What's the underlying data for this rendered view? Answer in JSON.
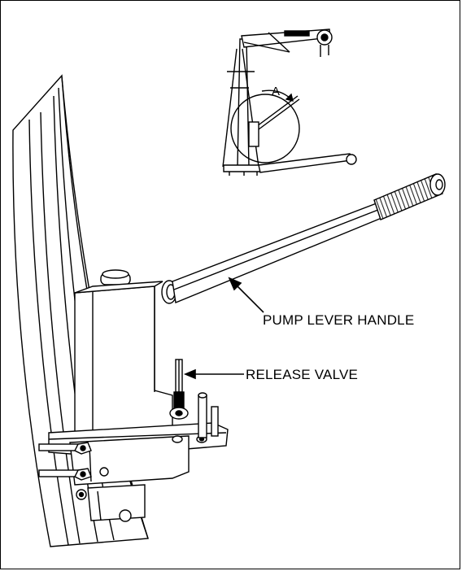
{
  "diagram": {
    "labels": {
      "pump_lever_handle": "PUMP LEVER HANDLE",
      "release_valve": "RELEASE VALVE",
      "detail": "A"
    },
    "colors": {
      "line": "#000000",
      "background": "#ffffff",
      "grip": "#333333"
    }
  }
}
